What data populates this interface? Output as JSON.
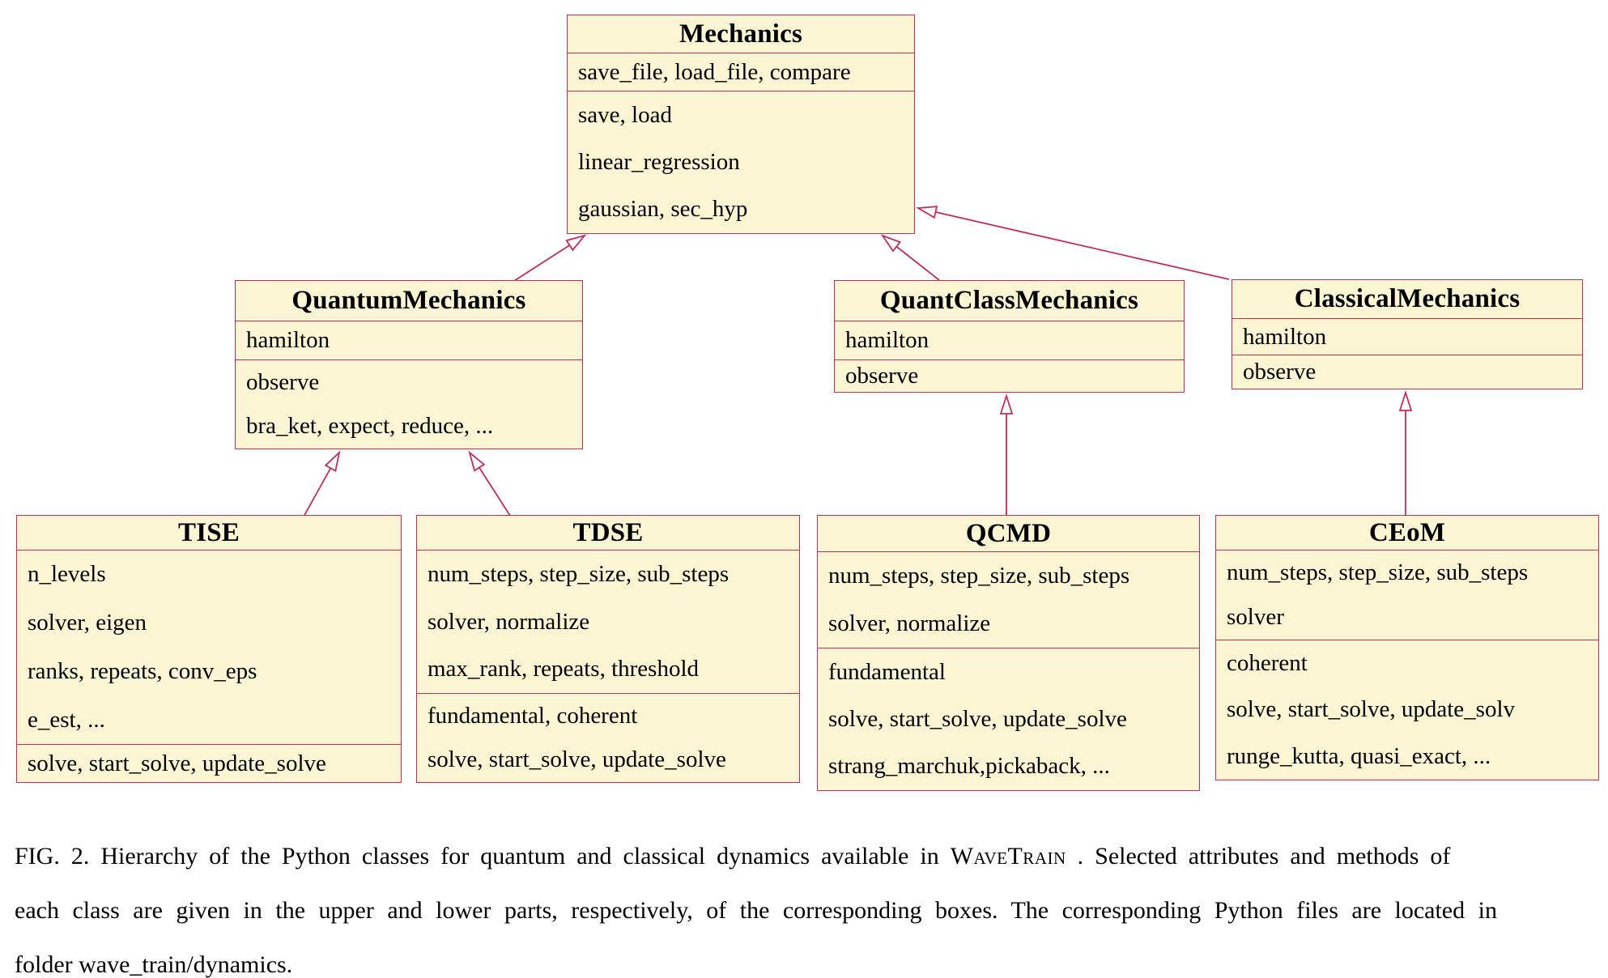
{
  "colors": {
    "box_fill": "#fbf5d3",
    "box_border": "#c02e56",
    "text": "#000000",
    "background": "#ffffff"
  },
  "classes": [
    {
      "name": "Mechanics",
      "attributes": [
        "save_file, load_file, compare"
      ],
      "methods": [
        "save, load",
        "linear_regression",
        "gaussian, sec_hyp"
      ]
    },
    {
      "name": "QuantumMechanics",
      "attributes": [
        "hamilton"
      ],
      "methods": [
        "observe",
        "bra_ket, expect, reduce, ..."
      ]
    },
    {
      "name": "QuantClassMechanics",
      "attributes": [
        "hamilton"
      ],
      "methods": [
        "observe"
      ]
    },
    {
      "name": "ClassicalMechanics",
      "attributes": [
        "hamilton"
      ],
      "methods": [
        "observe"
      ]
    },
    {
      "name": "TISE",
      "attributes": [
        "n_levels",
        "solver, eigen",
        "ranks, repeats, conv_eps",
        "e_est, ..."
      ],
      "methods": [
        "solve, start_solve, update_solve"
      ]
    },
    {
      "name": "TDSE",
      "attributes": [
        "num_steps, step_size, sub_steps",
        "solver, normalize",
        "max_rank, repeats, threshold"
      ],
      "methods": [
        "fundamental, coherent",
        "solve, start_solve, update_solve"
      ]
    },
    {
      "name": "QCMD",
      "attributes": [
        "num_steps, step_size, sub_steps",
        "solver, normalize"
      ],
      "methods": [
        "fundamental",
        "solve, start_solve, update_solve",
        "strang_marchuk,pickaback, ..."
      ]
    },
    {
      "name": "CEoM",
      "attributes": [
        "num_steps, step_size, sub_steps",
        "solver"
      ],
      "methods": [
        "coherent",
        "solve, start_solve, update_solv",
        "runge_kutta, quasi_exact, ..."
      ]
    }
  ],
  "inheritance": [
    {
      "child": "QuantumMechanics",
      "parent": "Mechanics"
    },
    {
      "child": "QuantClassMechanics",
      "parent": "Mechanics"
    },
    {
      "child": "ClassicalMechanics",
      "parent": "Mechanics"
    },
    {
      "child": "TISE",
      "parent": "QuantumMechanics"
    },
    {
      "child": "TDSE",
      "parent": "QuantumMechanics"
    },
    {
      "child": "QCMD",
      "parent": "QuantClassMechanics"
    },
    {
      "child": "CEoM",
      "parent": "ClassicalMechanics"
    }
  ],
  "caption": {
    "line1_pre": "FIG. 2.  Hierarchy of the Python classes for quantum and classical dynamics available in ",
    "line1_brand": "WaveTrain",
    "line1_post": " . Selected attributes and methods of",
    "line2": "each class are given in the upper and lower parts, respectively, of the corresponding boxes.  The corresponding Python files are located in",
    "line3": "folder wave_train/dynamics."
  }
}
